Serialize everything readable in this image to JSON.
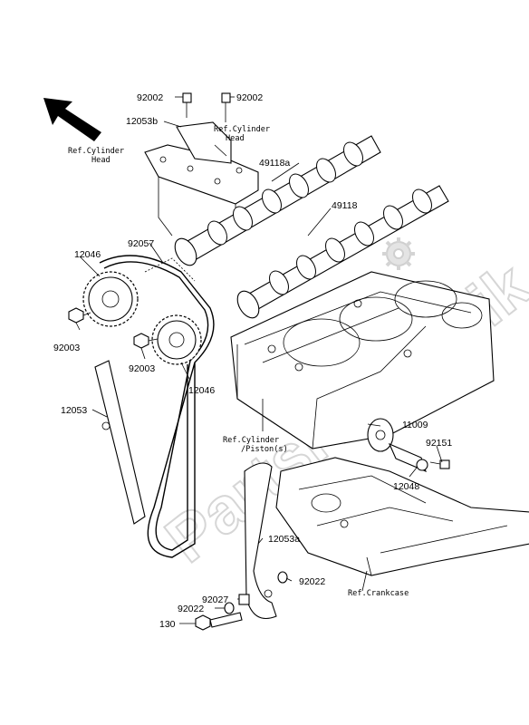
{
  "watermark": "PartsRepublik",
  "labels": {
    "p92002_left": "92002",
    "p92002_right": "92002",
    "p12053b": "12053b",
    "ref_cyl_head_center_l1": "Ref.Cylinder",
    "ref_cyl_head_center_l2": "Head",
    "ref_cyl_head_left_l1": "Ref.Cylinder",
    "ref_cyl_head_left_l2": "Head",
    "p49118a": "49118a",
    "p49118": "49118",
    "p92057": "92057",
    "p12046_top": "12046",
    "p92003_left": "92003",
    "p92003_mid": "92003",
    "p12046_bottom": "12046",
    "p12053": "12053",
    "p11009": "11009",
    "ref_cyl_piston_l1": "Ref.Cylinder",
    "ref_cyl_piston_l2": "/Piston(s)",
    "p92151": "92151",
    "p12048": "12048",
    "p12053a": "12053a",
    "p92022_right": "92022",
    "p92027": "92027",
    "p92022_left": "92022",
    "p130": "130",
    "ref_crankcase": "Ref.Crankcase"
  },
  "icons": {
    "direction_arrow": "arrow-up-left-icon",
    "logo": "gear-logo-icon"
  }
}
